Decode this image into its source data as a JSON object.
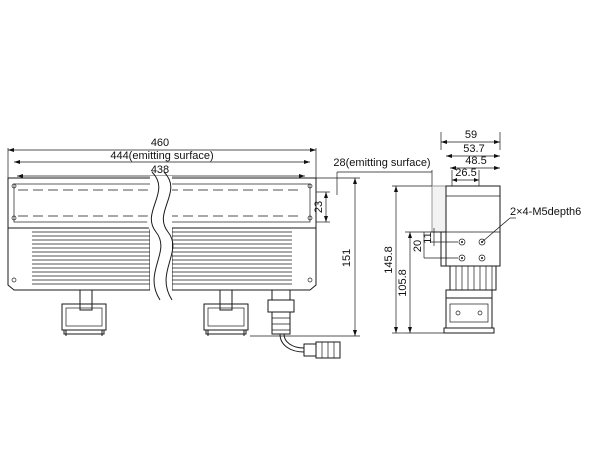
{
  "front_view": {
    "dims": {
      "width_total": "460",
      "width_emitting": "444(emitting surface)",
      "width_inner": "438",
      "height_window": "23",
      "height_total": "151"
    }
  },
  "side_view": {
    "dims": {
      "width_total": "59",
      "width_a": "53.7",
      "width_b": "48.5",
      "width_c": "26.5",
      "emitting_width": "28(emitting surface)",
      "hole_note": "2×4-M5depth6",
      "height_total": "145.8",
      "height_b": "105.8",
      "hole_pitch_v": "20",
      "hole_offset": "11"
    }
  }
}
